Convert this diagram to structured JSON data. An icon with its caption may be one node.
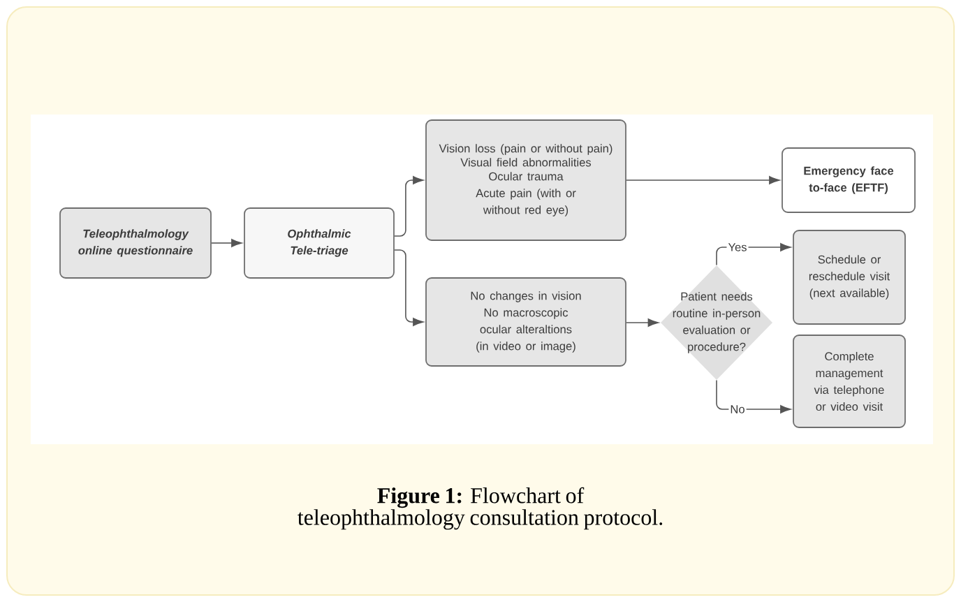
{
  "diagram": {
    "caption": "**Figure 1:** Flowchart of teleophthalmology consultation protocol.",
    "nodes": [
      {
        "text": [
          "Teleophthalmology online questionnaire"
        ]
      },
      {
        "text": [
          "Ophthalmic Tele-triage"
        ]
      },
      {
        "text": [
          "Vision loss (pain or without pain)",
          "Visual field abnormalities",
          "Ocular trauma",
          "Acute pain (with or without red eye)"
        ]
      },
      {
        "text": [
          "Emergency face to-face (EFTF)"
        ]
      },
      {
        "text": [
          "No changes in vision",
          "No macroscopic ocular alteraltions (in video or image)"
        ]
      },
      {
        "text": [
          "Patient needs routine in-person evaluation or procedure?"
        ]
      },
      {
        "text": [
          "Schedule or reschedule visit (next available)"
        ]
      },
      {
        "text": [
          "Complete management via telephone or video visit"
        ]
      }
    ],
    "edges": [
      {
        "from": 0,
        "to": 1,
        "arrow": "to"
      },
      {
        "from": 1,
        "to": 2,
        "arrow": "to"
      },
      {
        "from": 1,
        "to": 4,
        "arrow": "to"
      },
      {
        "from": 2,
        "to": 3,
        "arrow": "to"
      },
      {
        "from": 4,
        "to": 5,
        "arrow": "to"
      },
      {
        "from": 5,
        "to": 6,
        "arrow": "to",
        "label": "Yes"
      },
      {
        "from": 5,
        "to": 7,
        "arrow": "to",
        "label": "No"
      }
    ]
  }
}
